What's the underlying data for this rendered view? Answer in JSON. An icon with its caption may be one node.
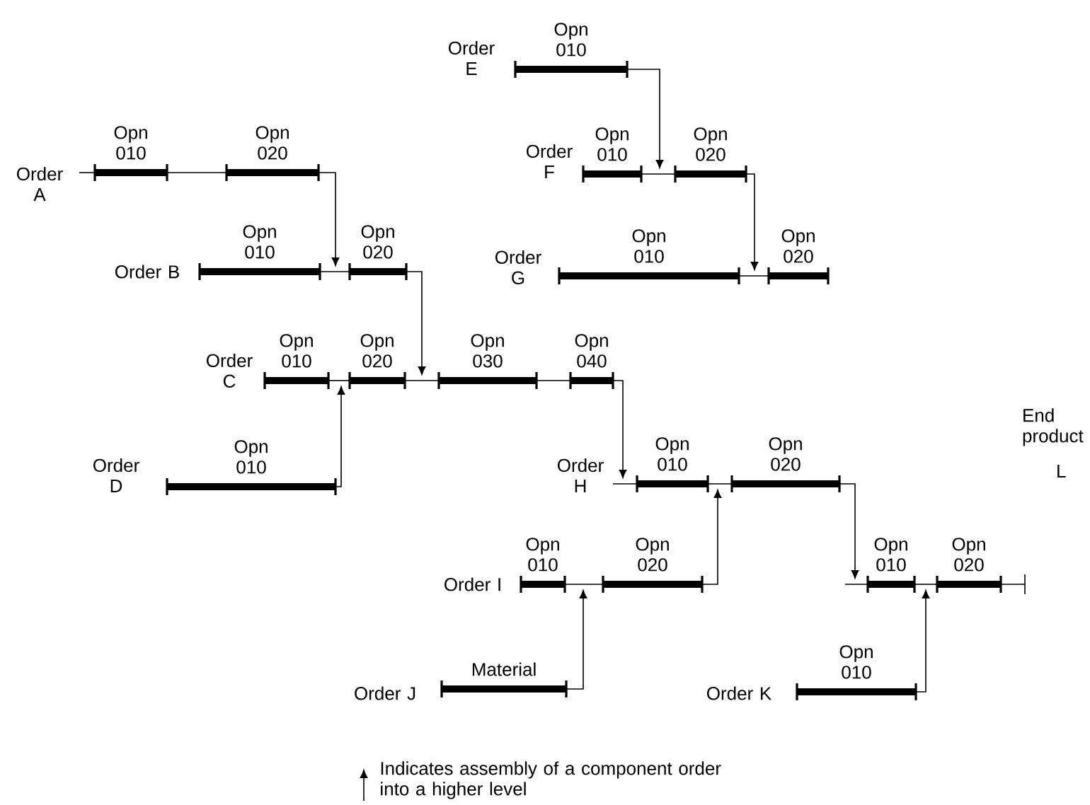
{
  "diagram": {
    "nodes": [
      {
        "text": [
          "Opn 010"
        ],
        "beside": [
          "Order E"
        ]
      },
      {
        "text": [
          "Opn 010"
        ],
        "beside": [
          "Order A"
        ]
      },
      {
        "text": [
          "Opn 020"
        ]
      },
      {
        "text": [
          "Opn 010"
        ],
        "beside": [
          "Order F"
        ]
      },
      {
        "text": [
          "Opn 020"
        ]
      },
      {
        "text": [
          "Opn 010"
        ],
        "beside": [
          "Order B"
        ]
      },
      {
        "text": [
          "Opn 020"
        ]
      },
      {
        "text": [
          "Opn 010"
        ],
        "beside": [
          "Order G"
        ]
      },
      {
        "text": [
          "Opn 020"
        ]
      },
      {
        "text": [
          "Opn 010"
        ],
        "beside": [
          "Order C"
        ]
      },
      {
        "text": [
          "Opn 020"
        ]
      },
      {
        "text": [
          "Opn 030"
        ]
      },
      {
        "text": [
          "Opn 040"
        ]
      },
      {
        "text": [
          "Opn 010"
        ],
        "beside": [
          "Order D"
        ]
      },
      {
        "text": [
          "Opn 010"
        ],
        "beside": [
          "Order H"
        ]
      },
      {
        "text": [
          "Opn 020"
        ]
      },
      {
        "text": [
          "Opn 010"
        ],
        "beside": [
          "Order I"
        ]
      },
      {
        "text": [
          "Opn 020"
        ]
      },
      {
        "text": [
          "Opn 010"
        ]
      },
      {
        "text": [
          "Opn 020"
        ]
      },
      {
        "text": [
          "Material"
        ],
        "beside": [
          "Order J"
        ]
      },
      {
        "text": [
          "Opn 010"
        ],
        "beside": [
          "Order K"
        ]
      }
    ],
    "edges": [
      {
        "from": 1,
        "to": 2,
        "arrow": "none"
      },
      {
        "from": 0,
        "to": 4,
        "arrow": "to"
      },
      {
        "from": 3,
        "to": 4,
        "arrow": "none"
      },
      {
        "from": 2,
        "to": 6,
        "arrow": "to"
      },
      {
        "from": 5,
        "to": 6,
        "arrow": "none"
      },
      {
        "from": 4,
        "to": 8,
        "arrow": "to"
      },
      {
        "from": 7,
        "to": 8,
        "arrow": "none"
      },
      {
        "from": 6,
        "to": 11,
        "arrow": "to"
      },
      {
        "from": 9,
        "to": 10,
        "arrow": "none"
      },
      {
        "from": 10,
        "to": 11,
        "arrow": "none"
      },
      {
        "from": 11,
        "to": 12,
        "arrow": "none"
      },
      {
        "from": 13,
        "to": 10,
        "arrow": "to"
      },
      {
        "from": 12,
        "to": 14,
        "arrow": "to"
      },
      {
        "from": 14,
        "to": 15,
        "arrow": "none"
      },
      {
        "from": 17,
        "to": 15,
        "arrow": "to"
      },
      {
        "from": 15,
        "to": 18,
        "arrow": "to"
      },
      {
        "from": 16,
        "to": 17,
        "arrow": "none"
      },
      {
        "from": 18,
        "to": 19,
        "arrow": "none"
      },
      {
        "from": 20,
        "to": 17,
        "arrow": "to"
      },
      {
        "from": 21,
        "to": 19,
        "arrow": "to"
      }
    ],
    "labels": [
      "End product",
      "L"
    ],
    "legend": [
      {
        "text": "Indicates assembly of a component order into a higher level"
      }
    ]
  }
}
